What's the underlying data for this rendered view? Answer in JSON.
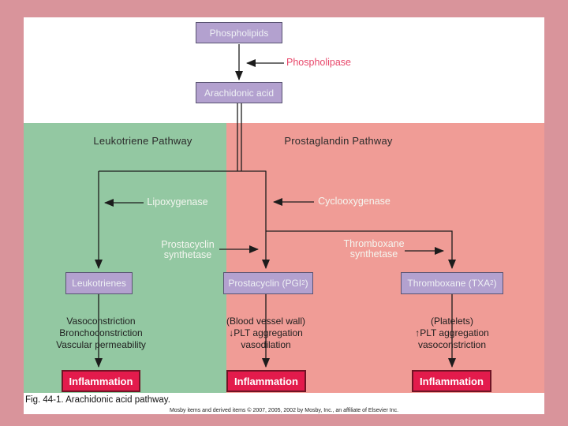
{
  "figure": {
    "caption": "Fig. 44-1. Arachidonic acid pathway.",
    "copyright": "Mosby items and derived items © 2007, 2005, 2002 by Mosby, Inc., an affiliate of Elsevier Inc."
  },
  "pathways": {
    "leukotriene": {
      "title": "Leukotriene Pathway",
      "color": "#93c8a2"
    },
    "prostaglandin": {
      "title": "Prostaglandin Pathway",
      "color": "#f09c96"
    }
  },
  "nodes": {
    "phospholipids": "Phospholipids",
    "arachidonic_acid": "Arachidonic acid",
    "leukotrienes": "Leukotrienes",
    "prostacyclin": {
      "pre": "Prostacyclin (PGI",
      "sub": "2",
      "post": ")"
    },
    "thromboxane": {
      "pre": "Thromboxane (TXA",
      "sub": "2",
      "post": ")"
    },
    "inflammation_left": "Inflammation",
    "inflammation_middle": "Inflammation",
    "inflammation_right": "Inflammation"
  },
  "enzymes": {
    "phospholipase": "Phospholipase",
    "lipoxygenase": "Lipoxygenase",
    "cyclooxygenase": "Cyclooxygenase",
    "prostacyclin_synthetase": {
      "line1": "Prostacyclin",
      "line2": "synthetase"
    },
    "thromboxane_synthetase": {
      "line1": "Thromboxane",
      "line2": "synthetase"
    }
  },
  "effects": {
    "leukotriene": [
      "Vasoconstriction",
      "Bronchoconstriction",
      "Vascular permeability"
    ],
    "prostacyclin": [
      "(Blood vessel wall)",
      "↓PLT aggregation",
      "vasodilation"
    ],
    "thromboxane": [
      "(Platelets)",
      "↑PLT aggregation",
      "vasoconstriction"
    ]
  },
  "colors": {
    "frame": "#d9949b",
    "leukotriene_region": "#93c8a2",
    "prostaglandin_region": "#f09c96",
    "node_fill": "#b3a1cf",
    "node_border": "#595372",
    "inflammation_fill": "#e31b4c",
    "inflammation_border": "#701425",
    "phospholipase_text": "#e8476a",
    "line": "#1c1c1c"
  }
}
